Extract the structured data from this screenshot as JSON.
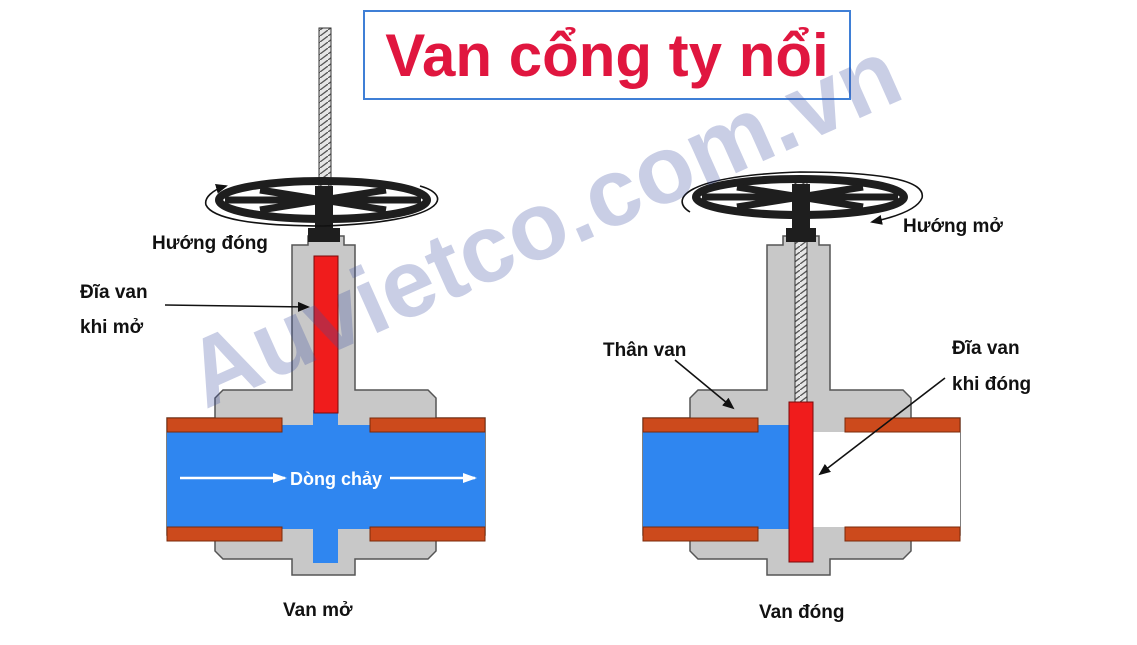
{
  "title": "Van cổng ty nổi",
  "watermark": "Auvietco.com.vn",
  "left_valve": {
    "caption": "Van mở",
    "direction_label": "Hướng đóng",
    "disc_label_line1": "Đĩa van",
    "disc_label_line2": "khi mở",
    "flow_label": "Dòng chảy"
  },
  "right_valve": {
    "caption": "Van đóng",
    "direction_label": "Hướng mở",
    "body_label": "Thân van",
    "disc_label_line1": "Đĩa van",
    "disc_label_line2": "khi đóng"
  },
  "colors": {
    "body": "#c8c8c8",
    "flow": "#2f86f0",
    "disc": "#f01c1c",
    "flange": "#cc4a1c",
    "wheel": "#1e1e1e",
    "title": "#e0163f",
    "title_border": "#3f7fd6"
  }
}
